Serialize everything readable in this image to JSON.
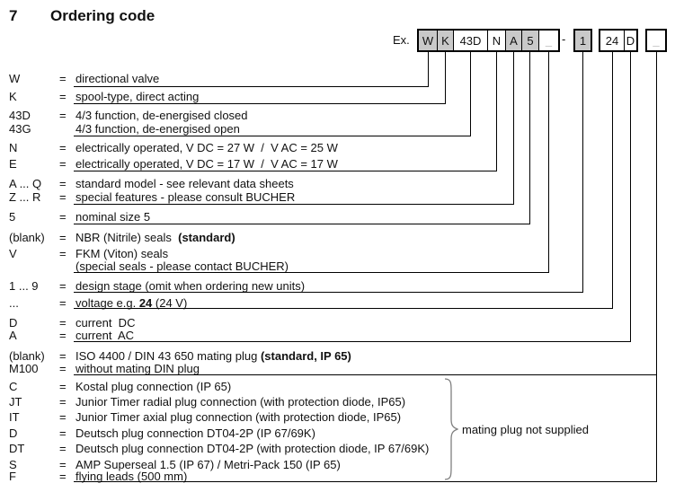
{
  "title": {
    "number": "7",
    "text": "Ordering code"
  },
  "example": {
    "label": "Ex.",
    "group1": [
      "W",
      "K",
      "43D",
      "N",
      "A",
      "5",
      "_"
    ],
    "separator": "-",
    "single1": "1",
    "group2": [
      "24",
      "D"
    ],
    "single2": "_"
  },
  "rows": [
    {
      "code": "W",
      "eq": "=",
      "d1": "directional valve"
    },
    {
      "code": "K",
      "eq": "=",
      "d1": "spool-type, direct acting"
    },
    {
      "code": "43D",
      "eq": "=",
      "d1": "4/3 function, de-energised closed"
    },
    {
      "code": "43G",
      "eq": "",
      "d1": "4/3 function, de-energised open"
    },
    {
      "code": "N",
      "eq": "=",
      "d1": "electrically operated, V DC = 27 W  /  V AC = 25 W"
    },
    {
      "code": "E",
      "eq": "=",
      "d1": "electrically operated, V DC = 17 W  /  V AC = 17 W"
    },
    {
      "code": "A ... Q",
      "eq": "=",
      "d1": "standard model - see relevant data sheets"
    },
    {
      "code": "Z ... R",
      "eq": "=",
      "d1": "special features - please consult BUCHER"
    },
    {
      "code": "5",
      "eq": "=",
      "d1": "nominal size 5"
    },
    {
      "code": "(blank)",
      "eq": "=",
      "d1": "NBR (Nitrile) seals  ",
      "b": "(standard)"
    },
    {
      "code": "V",
      "eq": "=",
      "d1": "FKM (Viton) seals"
    },
    {
      "code": "",
      "eq": "",
      "d1": "(special seals - please contact BUCHER)"
    },
    {
      "code": "1 ... 9",
      "eq": "=",
      "d1": "design stage (omit when ordering new units)"
    },
    {
      "code": "...",
      "eq": "=",
      "d1": "voltage e.g. ",
      "b": "24",
      "d2": " (24 V)"
    },
    {
      "code": "D",
      "eq": "=",
      "d1": "current  DC"
    },
    {
      "code": "A",
      "eq": "=",
      "d1": "current  AC"
    },
    {
      "code": "(blank)",
      "eq": "=",
      "d1": "ISO 4400 / DIN 43 650 mating plug ",
      "b": "(standard, IP 65)"
    },
    {
      "code": "M100",
      "eq": "=",
      "d1": "without mating DIN plug"
    },
    {
      "code": "C",
      "eq": "=",
      "d1": "Kostal plug connection (IP 65)"
    },
    {
      "code": "JT",
      "eq": "=",
      "d1": "Junior Timer radial plug connection (with protection diode, IP65)"
    },
    {
      "code": "IT",
      "eq": "=",
      "d1": "Junior Timer axial plug connection (with protection diode, IP65)"
    },
    {
      "code": "D",
      "eq": "=",
      "d1": "Deutsch plug connection DT04-2P (IP 67/69K)"
    },
    {
      "code": "DT",
      "eq": "=",
      "d1": "Deutsch plug connection DT04-2P (with protection diode, IP 67/69K)"
    },
    {
      "code": "S",
      "eq": "=",
      "d1": "AMP Superseal 1.5 (IP 67) / Metri-Pack 150 (IP 65)"
    },
    {
      "code": "F",
      "eq": "=",
      "d1": "flying leads (500 mm)"
    }
  ],
  "annotations": {
    "brace_label": "mating plug not supplied"
  },
  "colors": {
    "box_shaded": "#c9c9c9",
    "underscore_glyph": "#999999",
    "line": "#000000",
    "text": "#111111"
  }
}
